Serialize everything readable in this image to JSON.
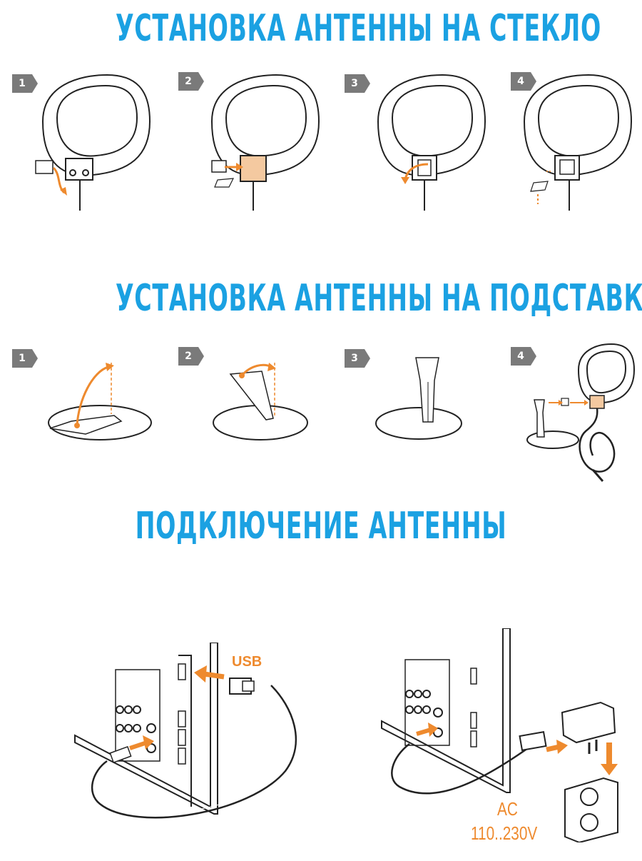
{
  "sections": [
    {
      "title": "УСТАНОВКА АНТЕННЫ НА СТЕКЛО",
      "steps": [
        "1",
        "2",
        "3",
        "4"
      ]
    },
    {
      "title": "УСТАНОВКА АНТЕННЫ НА ПОДСТАВКУ",
      "steps": [
        "1",
        "2",
        "3",
        "4"
      ]
    },
    {
      "title": "ПОДКЛЮЧЕНИЕ АНТЕННЫ"
    }
  ],
  "connection": {
    "usb_label": "USB",
    "ac_label": "AC",
    "voltage_label": "110..230V"
  },
  "colors": {
    "title": "#1ba1e2",
    "accent": "#ee8a2e",
    "badge": "#7a7a7a",
    "line": "#222222"
  },
  "icons": [
    "antenna-ring",
    "antenna-stand",
    "tv-back-panel",
    "usb-plug",
    "power-adapter",
    "wall-socket"
  ]
}
